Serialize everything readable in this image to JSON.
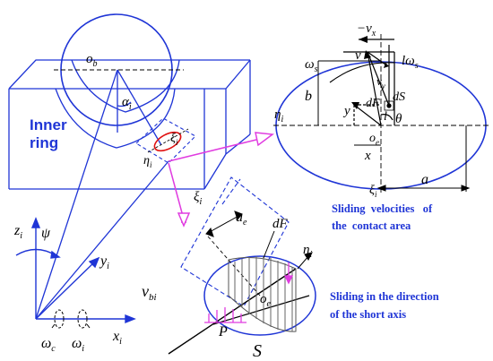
{
  "title": "",
  "inner_ring_line1": "Inner",
  "inner_ring_line2": "ring",
  "caption_sliding_velocities_line1": "Sliding  velocities   of",
  "caption_sliding_velocities_line2": "the  contact area",
  "caption_short_axis_line1": "Sliding in the direction",
  "caption_short_axis_line2": "of the short axis",
  "labels": {
    "ob": "o_b",
    "alpha_i": "α_i",
    "xi_i_small": "ξ_i",
    "eta_i_small": "η_i",
    "z_i": "z_i",
    "psi": "ψ",
    "y_i": "y_i",
    "x_i": "x_i",
    "omega_c": "ω_c",
    "omega_i": "ω_i",
    "minus_vx": "−v_x",
    "v": "v",
    "l_omega_s": "lω_s",
    "omega_s": "ω_s",
    "v_y": "v_y",
    "dF_top": "dF",
    "dS": "dS",
    "b": "b",
    "y": "y",
    "l": "l",
    "theta": "θ",
    "eta_i_right": "η_i",
    "oe_right": "o_e",
    "x": "x",
    "a_right": "a",
    "xi_i_right": "ξ_i",
    "xi_i_bottom": "ξ_i",
    "a_bottom": "a",
    "dF_bottom": "dF",
    "eta_i_bottom": "η_i",
    "v_bi": "v_bi",
    "oe_bottom": "o_e",
    "P": "P",
    "S": "S"
  },
  "colors": {
    "accent_blue": "#1f35d6",
    "magenta": "#e03ce0",
    "red": "#e01010",
    "black": "#000000"
  }
}
